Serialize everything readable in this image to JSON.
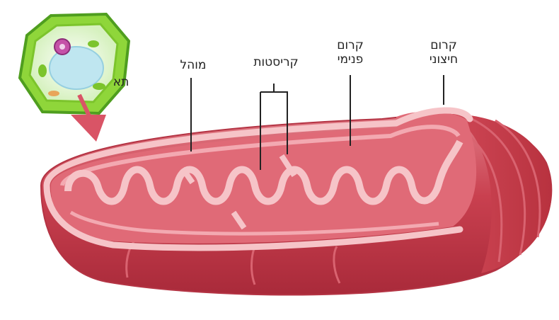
{
  "labels": {
    "cell": "תא",
    "matrix": "מוהל",
    "cristae": "קריסטות",
    "inner_membrane_line1": "קרום",
    "inner_membrane_line2": "פנימי",
    "outer_membrane_line1": "קרום",
    "outer_membrane_line2": "חיצוני"
  },
  "colors": {
    "outer_body": "#c9404f",
    "outer_body_light": "#e77b86",
    "inner_cavity": "#e06a77",
    "membrane": "#f6c4c8",
    "cell_wall": "#8fd63a",
    "cell_dark": "#4f9e1f",
    "arrow": "#d95466",
    "leader_line": "#222222"
  }
}
